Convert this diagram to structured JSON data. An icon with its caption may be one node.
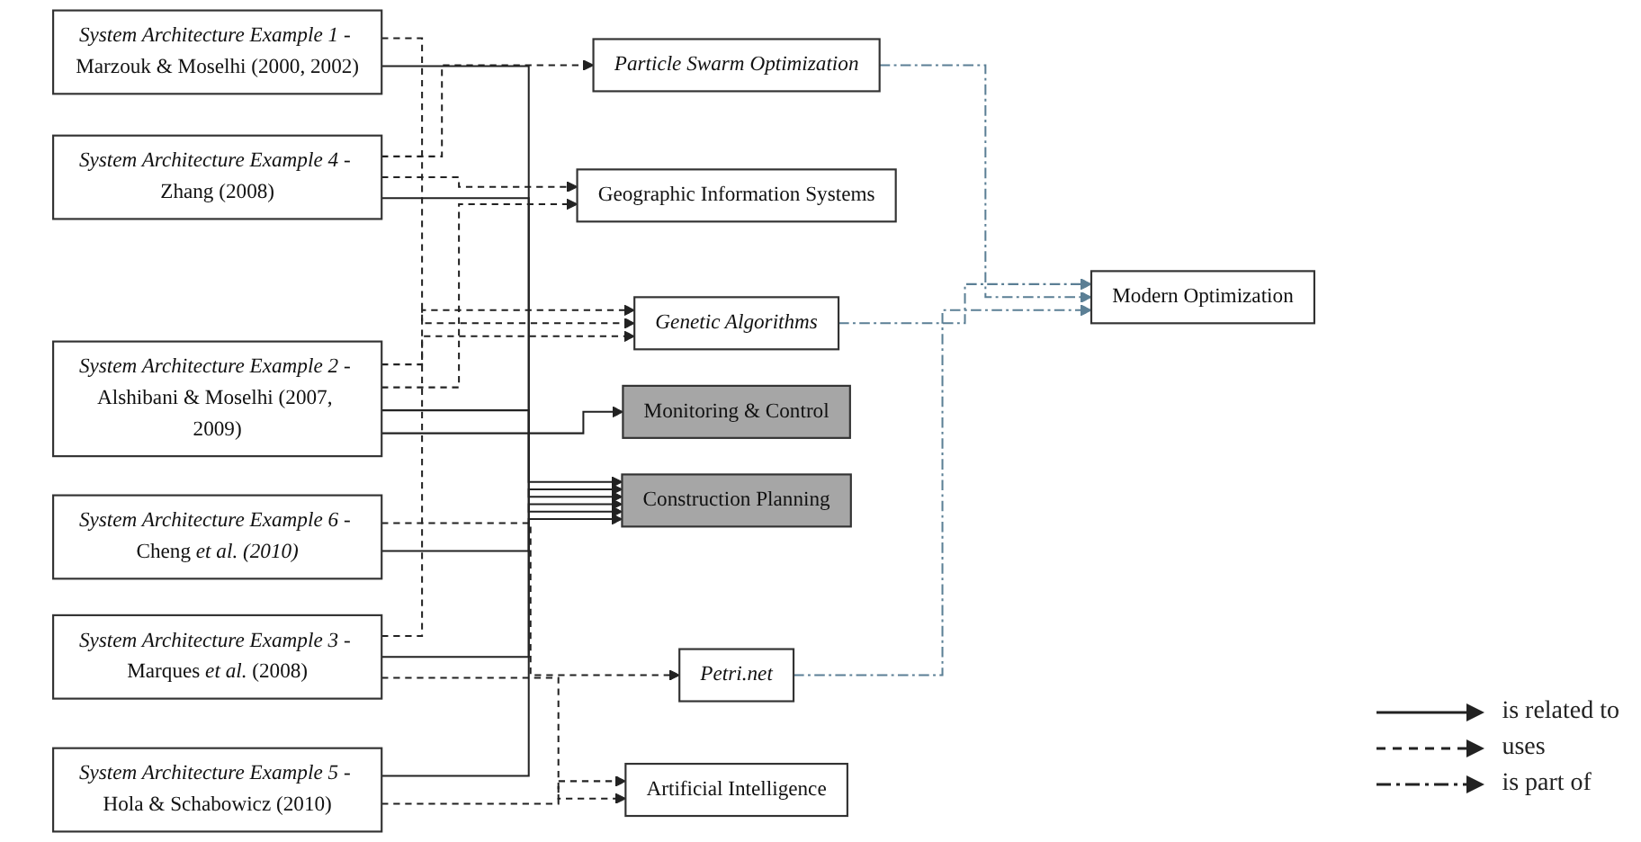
{
  "diagram": {
    "nodes": [
      {
        "text": [
          "Genetic Algorithms"
        ]
      },
      {
        "text": [
          "Particle Swarm Optimization"
        ]
      },
      {
        "text": [
          "Petri.net"
        ]
      },
      {
        "text": [
          "*System Architecture Example 1* - Marzouk & Moselhi (2000, 2002)"
        ]
      },
      {
        "text": [
          "Modern Optimization"
        ]
      },
      {
        "text": [
          "Monitoring & Control"
        ]
      },
      {
        "text": [
          "*System Architecture Example 3* - Marques *et al.* (2008)"
        ]
      },
      {
        "text": [
          "*System Architecture Example 4* - Zhang (2008)"
        ]
      },
      {
        "text": [
          "Geographic Information Systems"
        ]
      },
      {
        "text": [
          "*System Architecture Example 6* - Cheng *et al. (2010)*"
        ]
      },
      {
        "text": [
          "Construction Planning"
        ]
      },
      {
        "text": [
          "*System Architecture Example 2* - Alshibani & Moselhi (2007, 2009)"
        ]
      },
      {
        "text": [
          "Artificial Intelligence"
        ]
      },
      {
        "text": [
          "*System Architecture Example 5* - Hola & Schabowicz (2010)"
        ]
      }
    ],
    "edges": [
      {
        "from": 6,
        "to": 0,
        "arrow": "to",
        "style": "dashed"
      },
      {
        "from": 3,
        "to": 0,
        "arrow": "to",
        "style": "dashed"
      },
      {
        "from": 11,
        "to": 0,
        "arrow": "to",
        "style": "dashed"
      },
      {
        "from": 0,
        "to": 4,
        "arrow": "to",
        "style": "dashed",
        "color": "#5b7f95"
      },
      {
        "from": 1,
        "to": 4,
        "arrow": "to",
        "style": "dashed",
        "color": "#5b7f95"
      },
      {
        "from": 2,
        "to": 4,
        "arrow": "to",
        "style": "dashed",
        "color": "#5b7f95"
      },
      {
        "from": 7,
        "to": 1,
        "arrow": "to",
        "style": "dashed"
      },
      {
        "from": 7,
        "to": 8,
        "arrow": "to",
        "style": "dashed"
      },
      {
        "from": 11,
        "to": 8,
        "arrow": "to",
        "style": "dashed"
      },
      {
        "from": 9,
        "to": 2,
        "arrow": "to",
        "style": "dashed"
      },
      {
        "from": 3,
        "to": 10,
        "arrow": "to"
      },
      {
        "from": 6,
        "to": 10,
        "arrow": "to"
      },
      {
        "from": 7,
        "to": 10,
        "arrow": "to"
      },
      {
        "from": 9,
        "to": 10,
        "arrow": "to"
      },
      {
        "from": 11,
        "to": 10,
        "arrow": "to"
      },
      {
        "from": 13,
        "to": 10,
        "arrow": "to"
      },
      {
        "from": 13,
        "to": 12,
        "arrow": "to",
        "style": "dashed"
      },
      {
        "from": 6,
        "to": 12,
        "arrow": "to",
        "style": "dashed"
      },
      {
        "from": 11,
        "to": 5,
        "arrow": "to"
      }
    ],
    "legend": [
      {
        "text": "is related to"
      },
      {
        "text": "uses"
      },
      {
        "text": "is part of"
      }
    ]
  }
}
